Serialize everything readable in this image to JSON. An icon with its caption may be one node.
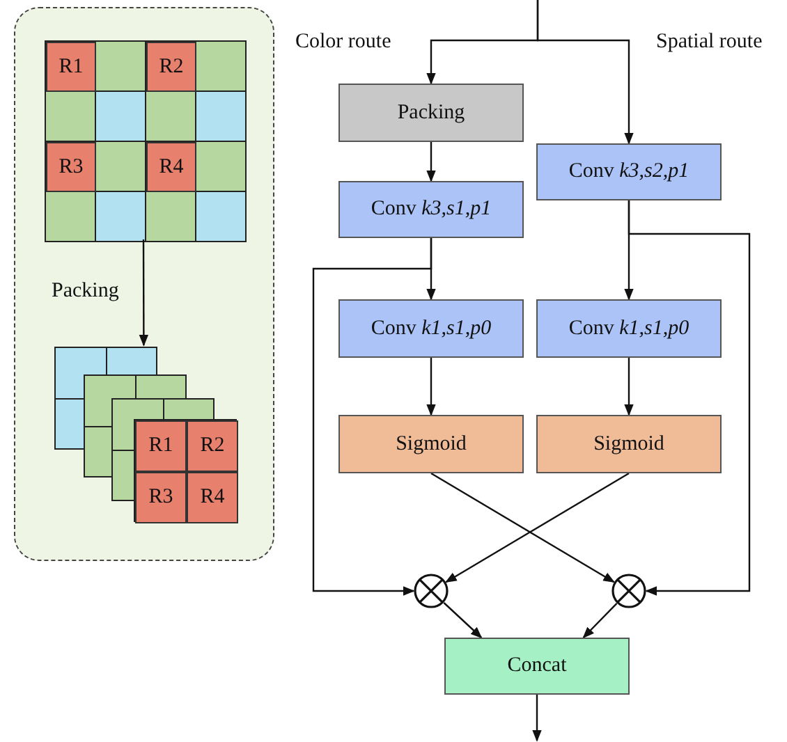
{
  "diagram": {
    "nodes": [
      {
        "text": [],
        "shape": "box"
      },
      {
        "text": [],
        "shape": "box",
        "in": 0
      },
      {
        "text": [
          "R1"
        ],
        "in": 1
      },
      {
        "text": [
          "R2"
        ],
        "in": 1
      },
      {
        "text": [
          "R3"
        ],
        "in": 1
      },
      {
        "text": [
          "R4"
        ],
        "in": 1
      },
      {
        "text": [],
        "shape": "box",
        "in": 0
      },
      {
        "text": [
          "R1"
        ],
        "in": 6
      },
      {
        "text": [
          "R2"
        ],
        "in": 6
      },
      {
        "text": [
          "R3"
        ],
        "in": 6
      },
      {
        "text": [
          "R4"
        ],
        "in": 6
      },
      {
        "text": [
          "Packing"
        ]
      },
      {
        "text": [
          "Conv *k3,s1,p1*"
        ]
      },
      {
        "text": [
          "Conv *k3,s2,p1*"
        ]
      },
      {
        "text": [
          "Conv *k1,s1,p0*"
        ]
      },
      {
        "text": [
          "Conv *k1,s1,p0*"
        ]
      },
      {
        "text": [
          "Sigmoid"
        ]
      },
      {
        "text": [
          "Sigmoid"
        ]
      },
      {
        "text": [],
        "shape": "circle"
      },
      {
        "text": [],
        "shape": "circle"
      },
      {
        "text": [
          "Concat"
        ]
      }
    ],
    "edges": [
      {
        "from": 1,
        "to": 6,
        "arrow": "to",
        "label": "Packing"
      },
      {
        "from": null,
        "to": 11,
        "arrow": "to"
      },
      {
        "from": null,
        "to": 13,
        "arrow": "to"
      },
      {
        "from": 11,
        "to": 12,
        "arrow": "to"
      },
      {
        "from": 12,
        "to": 14,
        "arrow": "to"
      },
      {
        "from": 12,
        "to": 18,
        "arrow": "to"
      },
      {
        "from": 13,
        "to": 15,
        "arrow": "to"
      },
      {
        "from": 13,
        "to": 19,
        "arrow": "to"
      },
      {
        "from": 14,
        "to": 16,
        "arrow": "to"
      },
      {
        "from": 15,
        "to": 17,
        "arrow": "to"
      },
      {
        "from": 16,
        "to": 19,
        "arrow": "to"
      },
      {
        "from": 17,
        "to": 18,
        "arrow": "to"
      },
      {
        "from": 18,
        "to": 20,
        "arrow": "to"
      },
      {
        "from": 19,
        "to": 20,
        "arrow": "to"
      },
      {
        "from": 20,
        "to": null,
        "arrow": "to"
      }
    ],
    "labels": [
      "Color route",
      "Spatial route"
    ]
  }
}
